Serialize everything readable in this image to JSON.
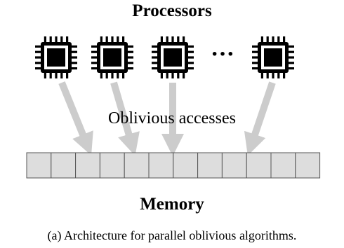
{
  "figure": {
    "top_label": "Processors",
    "middle_label": "Oblivious accesses",
    "bottom_label": "Memory",
    "caption": "(a) Architecture for parallel oblivious algorithms.",
    "ellipsis": "···",
    "processor_count_drawn": 4,
    "memory_cell_count": 12,
    "colors": {
      "chip": "#000000",
      "chip_core": "#ffffff",
      "arrow": "#cccccc",
      "memory_cell": "#dddddd",
      "memory_border": "#555555"
    },
    "icons": [
      "cpu-chip-icon"
    ]
  }
}
